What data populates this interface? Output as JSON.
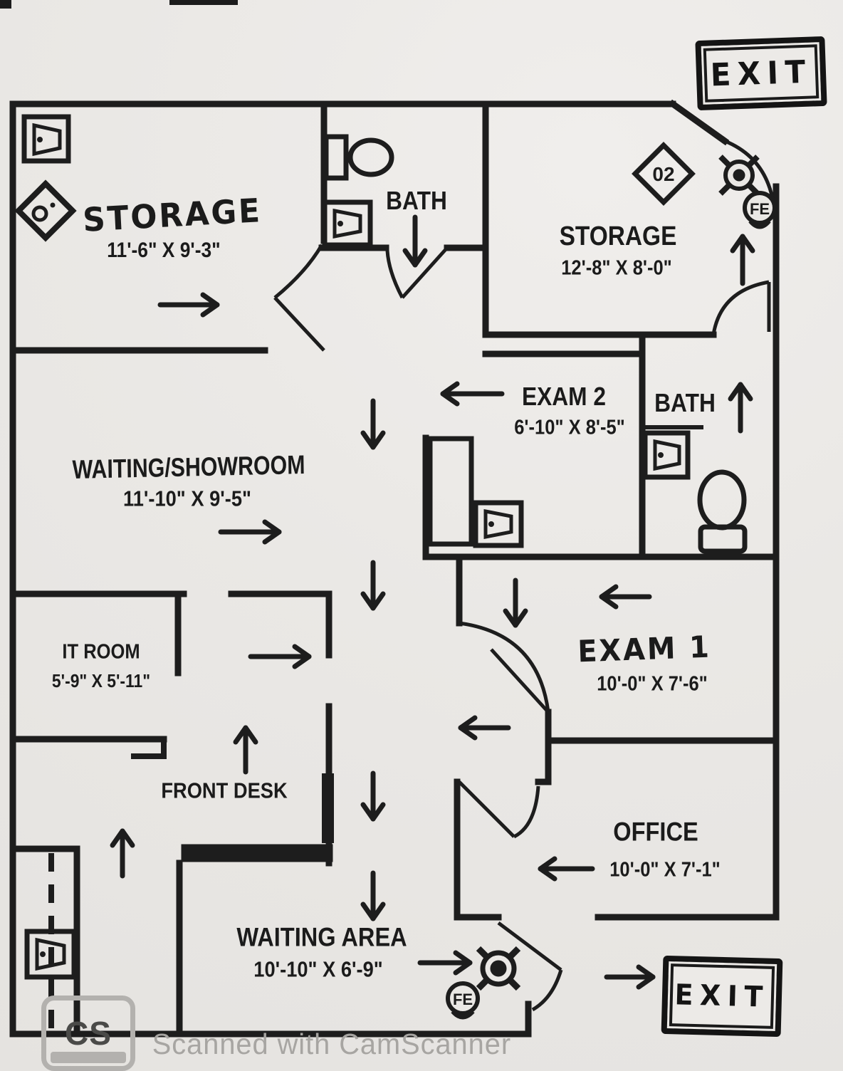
{
  "document": {
    "type": "scanned office floor plan"
  },
  "exits": {
    "top": "EXIT",
    "bottom": "EXIT"
  },
  "rooms": {
    "storage_top_left": {
      "name": "STORAGE",
      "dims": "11'-6\" X 9'-3\""
    },
    "bath_top": {
      "name": "BATH"
    },
    "storage_top_right": {
      "name": "STORAGE",
      "dims": "12'-8\" X 8'-0\""
    },
    "exam2": {
      "name": "EXAM 2",
      "dims": "6'-10\" X 8'-5\""
    },
    "bath_right": {
      "name": "BATH"
    },
    "waiting_showroom": {
      "name": "WAITING/SHOWROOM",
      "dims": "11'-10\" X 9'-5\""
    },
    "it_room": {
      "name": "IT ROOM",
      "dims": "5'-9\" X 5'-11\""
    },
    "exam1": {
      "name": "EXAM 1",
      "dims": "10'-0\" X 7'-6\""
    },
    "front_desk": {
      "name": "FRONT DESK"
    },
    "office": {
      "name": "OFFICE",
      "dims": "10'-0\" X 7'-1\""
    },
    "waiting_area": {
      "name": "WAITING AREA",
      "dims": "10'-10\" X 6'-9\""
    }
  },
  "symbols": {
    "diamond_label": "02",
    "fire_extinguisher": "FE"
  },
  "watermark": {
    "badge": "CS",
    "text": "Scanned with CamScanner"
  },
  "colors": {
    "ink": "#1d1d1d",
    "paper": "#eae8e5",
    "watermark": "#a7a5a2"
  }
}
